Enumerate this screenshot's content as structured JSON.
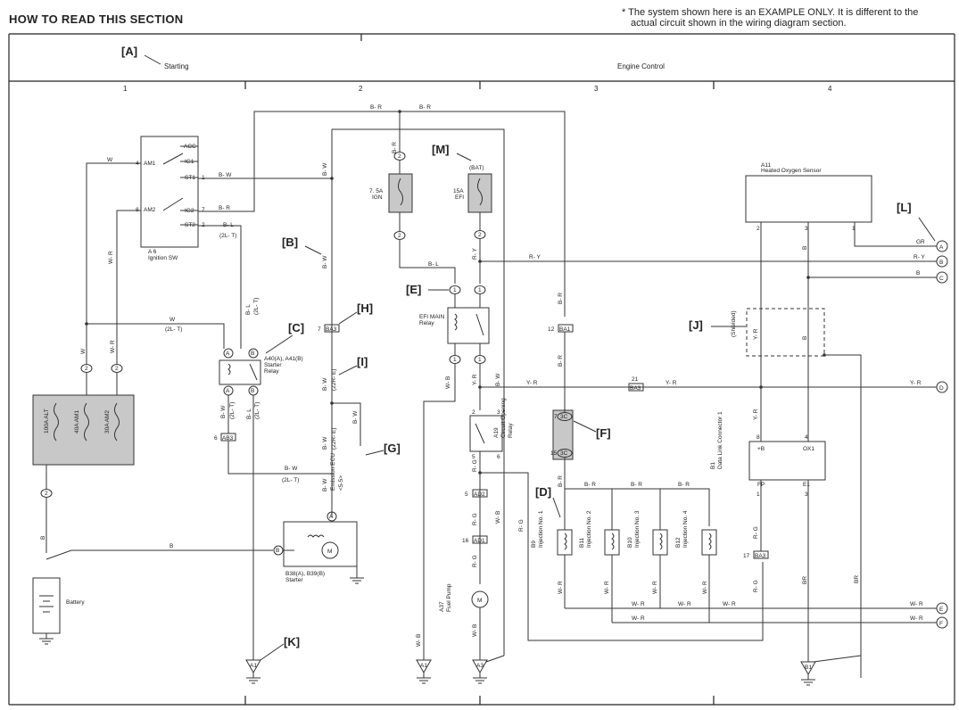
{
  "page": {
    "title": "HOW TO READ THIS SECTION",
    "note_line1": "* The system shown here is an EXAMPLE ONLY. It is different to the",
    "note_line2": "actual circuit shown in the wiring diagram section."
  },
  "systems": {
    "starting": "Starting",
    "engine": "Engine Control"
  },
  "columns": [
    "1",
    "2",
    "3",
    "4"
  ],
  "callouts": {
    "A": "[A]",
    "B": "[B]",
    "C": "[C]",
    "D": "[D]",
    "E": "[E]",
    "F": "[F]",
    "G": "[G]",
    "H": "[H]",
    "I": "[I]",
    "J": "[J]",
    "K": "[K]",
    "L": "[L]",
    "M": "[M]"
  },
  "components": {
    "ign_sw_id": "A 6",
    "ign_sw_name": "Ignition SW",
    "ign_pins": {
      "acc": "ACC",
      "ig1": "IG1",
      "st1": "ST1",
      "ig2": "IG2",
      "st2": "ST2",
      "am1": "AM1",
      "am2": "AM2"
    },
    "fuse_ign_amp": "7. 5A",
    "fuse_ign_name": "IGN",
    "fuse_efi_amp": "15A",
    "fuse_efi_name": "EFI",
    "bat": "(BAT)",
    "fusible_alt": "100A ALT",
    "fusible_am1": "40A AM1",
    "fusible_am2": "30A AM2",
    "starter_relay_id": "A40(A), A41(B)",
    "starter_relay_name1": "Starter",
    "starter_relay_name2": "Relay",
    "efi_main_relay1": "EFI MAIN",
    "efi_main_relay2": "Relay",
    "circuit_relay_id": "A19",
    "circuit_relay_name1": "Circuit Opening",
    "circuit_relay_name2": "Relay",
    "emission_ecu1": "Emission ECU",
    "emission_ecu2": "<5-5>",
    "starter_id": "B38(A), B39(B)",
    "starter_name": "Starter",
    "battery": "Battery",
    "fuel_pump_id": "A37",
    "fuel_pump_name": "Fuel Pump",
    "o2_id": "A11",
    "o2_name": "Heated Oxygen Sensor",
    "shielded": "(Shielded)",
    "dlc_id": "B1",
    "dlc_name": "Data Link Connector 1",
    "dlc_pins": {
      "b": "+B",
      "ox1": "OX1",
      "fp": "FP",
      "e1": "E1"
    },
    "inj1_id": "B9",
    "inj1_name": "Injection No. 1",
    "inj2_id": "B11",
    "inj2_name": "Injection No. 2",
    "inj3_id": "B10",
    "inj3_name": "Injection No. 3",
    "inj4_id": "B12",
    "inj4_name": "Injection No. 4"
  },
  "connectors": {
    "ba3": "BA3",
    "ba1": "BA1",
    "ab3": "AB3",
    "ad2": "AD2",
    "ad1": "AD1",
    "ba3b": "BA3",
    "ba3c": "BA3",
    "a1": "A1",
    "a1b": "A1",
    "a3": "A3",
    "b1": "B1",
    "c3": "3C",
    "c3b": "3C"
  },
  "wires": {
    "w": "W",
    "br": "B- R",
    "bw": "B- W",
    "bl": "B- L",
    "wr": "W- R",
    "b": "B",
    "ry": "R- Y",
    "yr": "Y- R",
    "wb": "W- B",
    "rg": "R- G",
    "gr": "GR",
    "br2": "BR",
    "l2lt": "(2L- T)",
    "r22e": "(22R- E)"
  },
  "terminals": {
    "a": "A",
    "b": "B",
    "c": "C",
    "d": "D",
    "e": "E",
    "f": "F"
  }
}
